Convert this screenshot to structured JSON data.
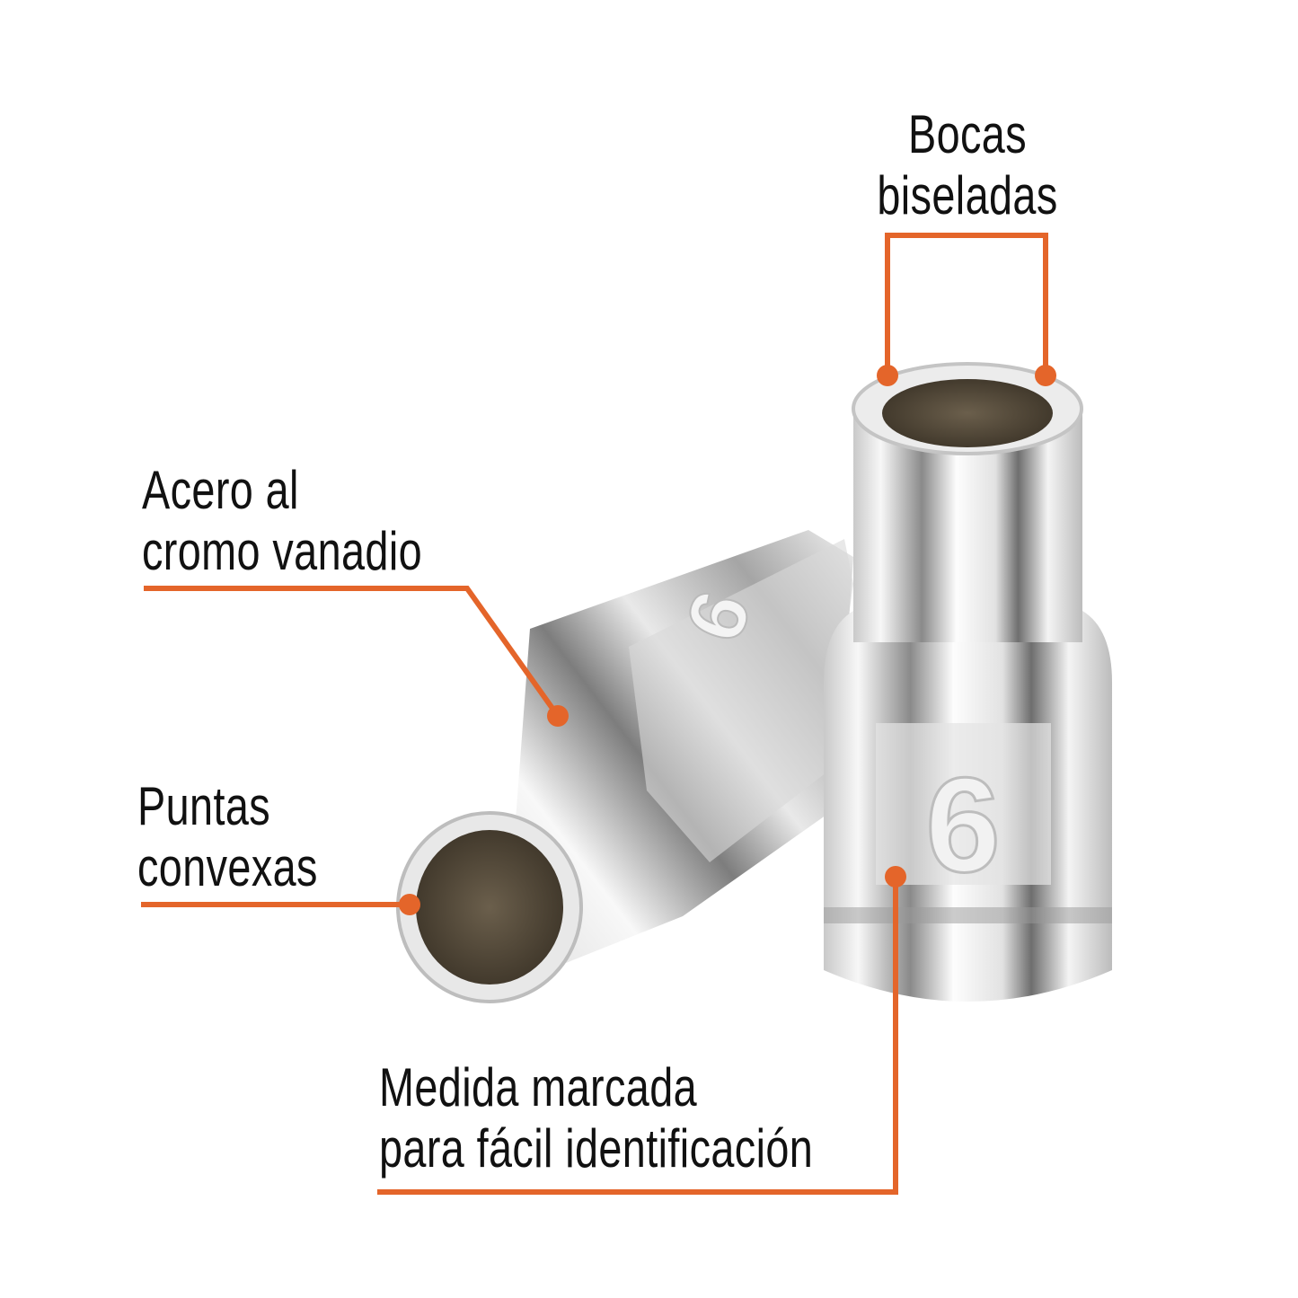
{
  "accent_color": "#E4652A",
  "callouts": {
    "bocas": {
      "line1": "Bocas",
      "line2": "biseladas"
    },
    "acero": {
      "line1": "Acero al",
      "line2": "cromo vanadio"
    },
    "puntas": {
      "line1": "Puntas",
      "line2": "convexas"
    },
    "medida": {
      "line1": "Medida marcada",
      "line2": "para fácil identificación"
    }
  },
  "socket_size_mark": "6"
}
